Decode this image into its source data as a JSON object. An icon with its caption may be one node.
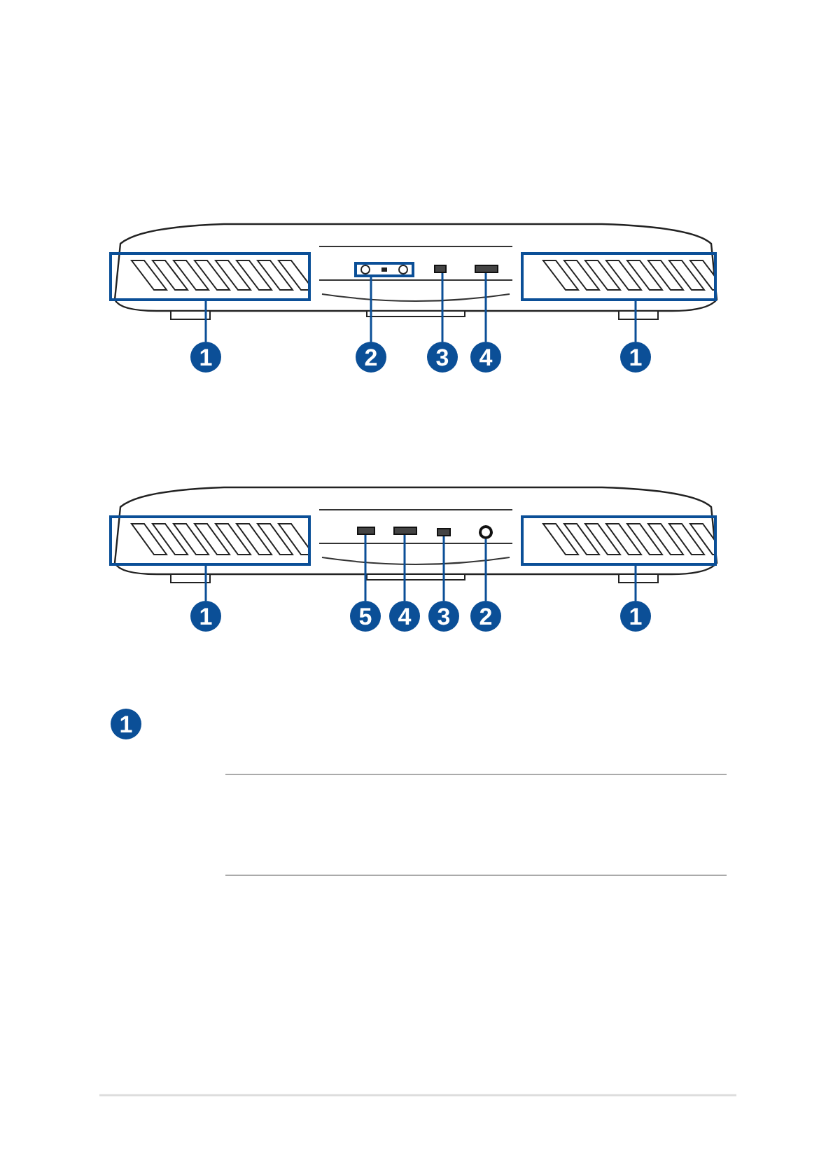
{
  "diagram": {
    "nodes": [
      {
        "text": [],
        "shape": "box"
      },
      {
        "text": [],
        "shape": "box"
      },
      {
        "text": [],
        "shape": "box"
      },
      {
        "text": [],
        "shape": "box"
      },
      {
        "text": [],
        "shape": "box"
      },
      {
        "text": [
          "1"
        ]
      },
      {
        "text": [
          "2"
        ]
      },
      {
        "text": [
          "3"
        ]
      },
      {
        "text": [
          "4"
        ]
      },
      {
        "text": [
          "1"
        ]
      },
      {
        "text": [],
        "shape": "box"
      },
      {
        "text": [],
        "shape": "box"
      },
      {
        "text": [],
        "shape": "box"
      },
      {
        "text": [],
        "shape": "box"
      },
      {
        "text": [],
        "shape": "circle"
      },
      {
        "text": [],
        "shape": "box"
      },
      {
        "text": [
          "1"
        ]
      },
      {
        "text": [
          "5"
        ]
      },
      {
        "text": [
          "4"
        ]
      },
      {
        "text": [
          "3"
        ]
      },
      {
        "text": [
          "2"
        ]
      },
      {
        "text": [
          "1"
        ]
      },
      {
        "text": [
          "1"
        ]
      }
    ],
    "edges": [
      {
        "from": 5,
        "to": 0,
        "arrow": "none"
      },
      {
        "from": 6,
        "to": 1,
        "arrow": "none"
      },
      {
        "from": 7,
        "to": 2,
        "arrow": "none"
      },
      {
        "from": 8,
        "to": 3,
        "arrow": "none"
      },
      {
        "from": 9,
        "to": 4,
        "arrow": "none"
      },
      {
        "from": 16,
        "to": 10,
        "arrow": "none"
      },
      {
        "from": 17,
        "to": 11,
        "arrow": "none"
      },
      {
        "from": 18,
        "to": 12,
        "arrow": "none"
      },
      {
        "from": 19,
        "to": 13,
        "arrow": "none"
      },
      {
        "from": 20,
        "to": 14,
        "arrow": "none"
      },
      {
        "from": 21,
        "to": 15,
        "arrow": "none"
      }
    ]
  }
}
